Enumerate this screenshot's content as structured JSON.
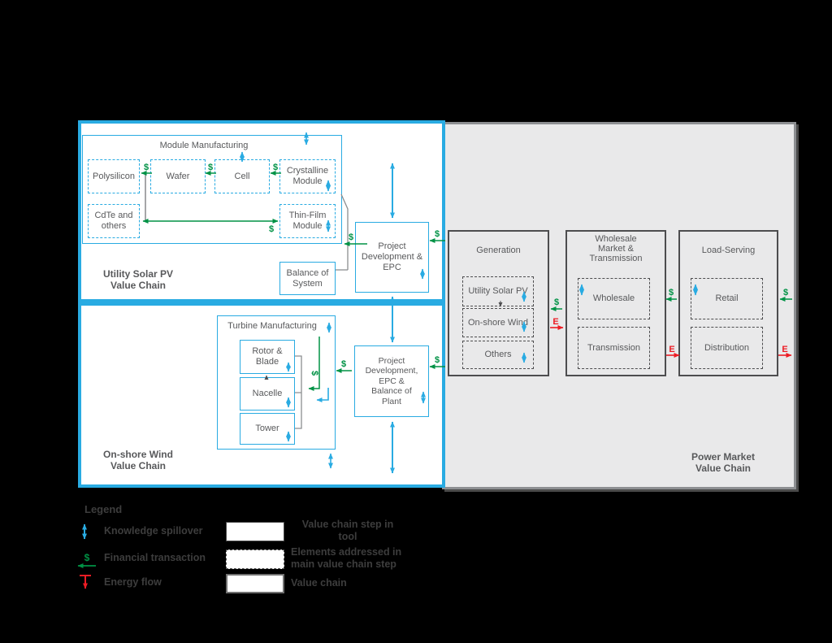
{
  "symbols": {
    "dollar": "$",
    "energy": "E"
  },
  "solar": {
    "panel_label": "Utility Solar PV\nValue Chain",
    "module_manufacturing": "Module Manufacturing",
    "polysilicon": "Polysilicon",
    "wafer": "Wafer",
    "cell": "Cell",
    "crystalline_module": "Crystalline Module",
    "cdte": "CdTe and others",
    "thin_film_module": "Thin-Film Module",
    "balance_of_system": "Balance of System",
    "project_dev": "Project\nDevelopment &\nEPC"
  },
  "wind": {
    "panel_label": "On-shore Wind\nValue Chain",
    "turbine_manufacturing": "Turbine Manufacturing",
    "rotor_blade": "Rotor & Blade",
    "nacelle": "Nacelle",
    "tower": "Tower",
    "project_dev": "Project\nDevelopment,\nEPC &\nBalance of\nPlant"
  },
  "power": {
    "panel_label": "Power Market\nValue Chain",
    "generation": {
      "title": "Generation",
      "items": [
        "Utility Solar PV",
        "On-shore Wind",
        "Others"
      ]
    },
    "wholesale_mt": {
      "title": "Wholesale\nMarket &\nTransmission",
      "items": [
        "Wholesale",
        "Transmission"
      ]
    },
    "load_serving": {
      "title": "Load-Serving",
      "items": [
        "Retail",
        "Distribution"
      ]
    }
  },
  "legend": {
    "title": "Legend",
    "knowledge_spillover": "Knowledge spillover",
    "financial_transaction": "Financial transaction",
    "energy_flow": "Energy flow",
    "value_chain_step": "Value chain step in tool",
    "elements_addressed": "Elements addressed in main value chain step",
    "value_chain": "Value chain"
  },
  "colors": {
    "cyan": "#29ABE2",
    "green": "#009245",
    "red": "#ED1C24",
    "panel_gray": "#E9E9EA",
    "dark_border": "#4D4D4F",
    "text": "#58595B"
  }
}
